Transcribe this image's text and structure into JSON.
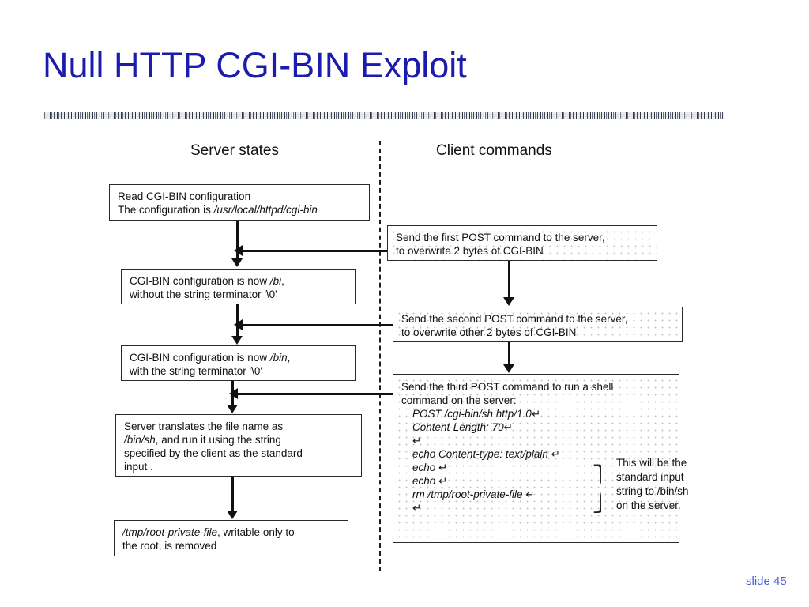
{
  "slide": {
    "title": "Null HTTP CGI-BIN Exploit",
    "number_label": "slide 45",
    "title_color": "#1b1bae",
    "accent_color": "#4a5fd0"
  },
  "diagram": {
    "headers": {
      "server": "Server states",
      "client": "Client commands"
    },
    "server_states": [
      {
        "id": "read-config",
        "lines": [
          "Read CGI-BIN configuration",
          "The configuration is ",
          "/usr/local/httpd/cgi-bin"
        ]
      },
      {
        "id": "config-bi",
        "lines": [
          "CGI-BIN configuration is now ",
          "/bi",
          ", without the string terminator '\\0'"
        ]
      },
      {
        "id": "config-bin",
        "lines": [
          "CGI-BIN configuration is now ",
          "/bin",
          ", with the string terminator '\\0'"
        ]
      },
      {
        "id": "translate-binsh",
        "lines": [
          "Server translates the file name as",
          "/bin/sh",
          ", and run it using the string specified by the client as the standard input ."
        ]
      },
      {
        "id": "file-removed",
        "lines": [
          "/tmp/root-private-file",
          ", writable only to the root, is removed"
        ]
      }
    ],
    "client_commands": [
      {
        "id": "first-post",
        "lines": [
          "Send the first POST command to the server,",
          "to overwrite 2 bytes of CGI-BIN"
        ]
      },
      {
        "id": "second-post",
        "lines": [
          "Send the second POST command to the server,",
          "to overwrite other 2 bytes of CGI-BIN"
        ]
      },
      {
        "id": "third-post",
        "intro_line1": "Send the third POST command to run a shell",
        "intro_line2": "command on the server:",
        "commands": [
          "POST /cgi-bin/sh http/1.0",
          "Content-Length: 70",
          "",
          "echo Content-type: text/plain ",
          "echo ",
          "echo ",
          "rm /tmp/root-private-file ",
          ""
        ],
        "return_glyph": "↵",
        "annotation": "This will be the standard input string to /bin/sh on the server.",
        "annotation_lines": [
          "This will be the",
          "standard input",
          "string to ",
          "/bin/sh",
          "on the server."
        ],
        "brace_glyph": "}"
      }
    ]
  }
}
